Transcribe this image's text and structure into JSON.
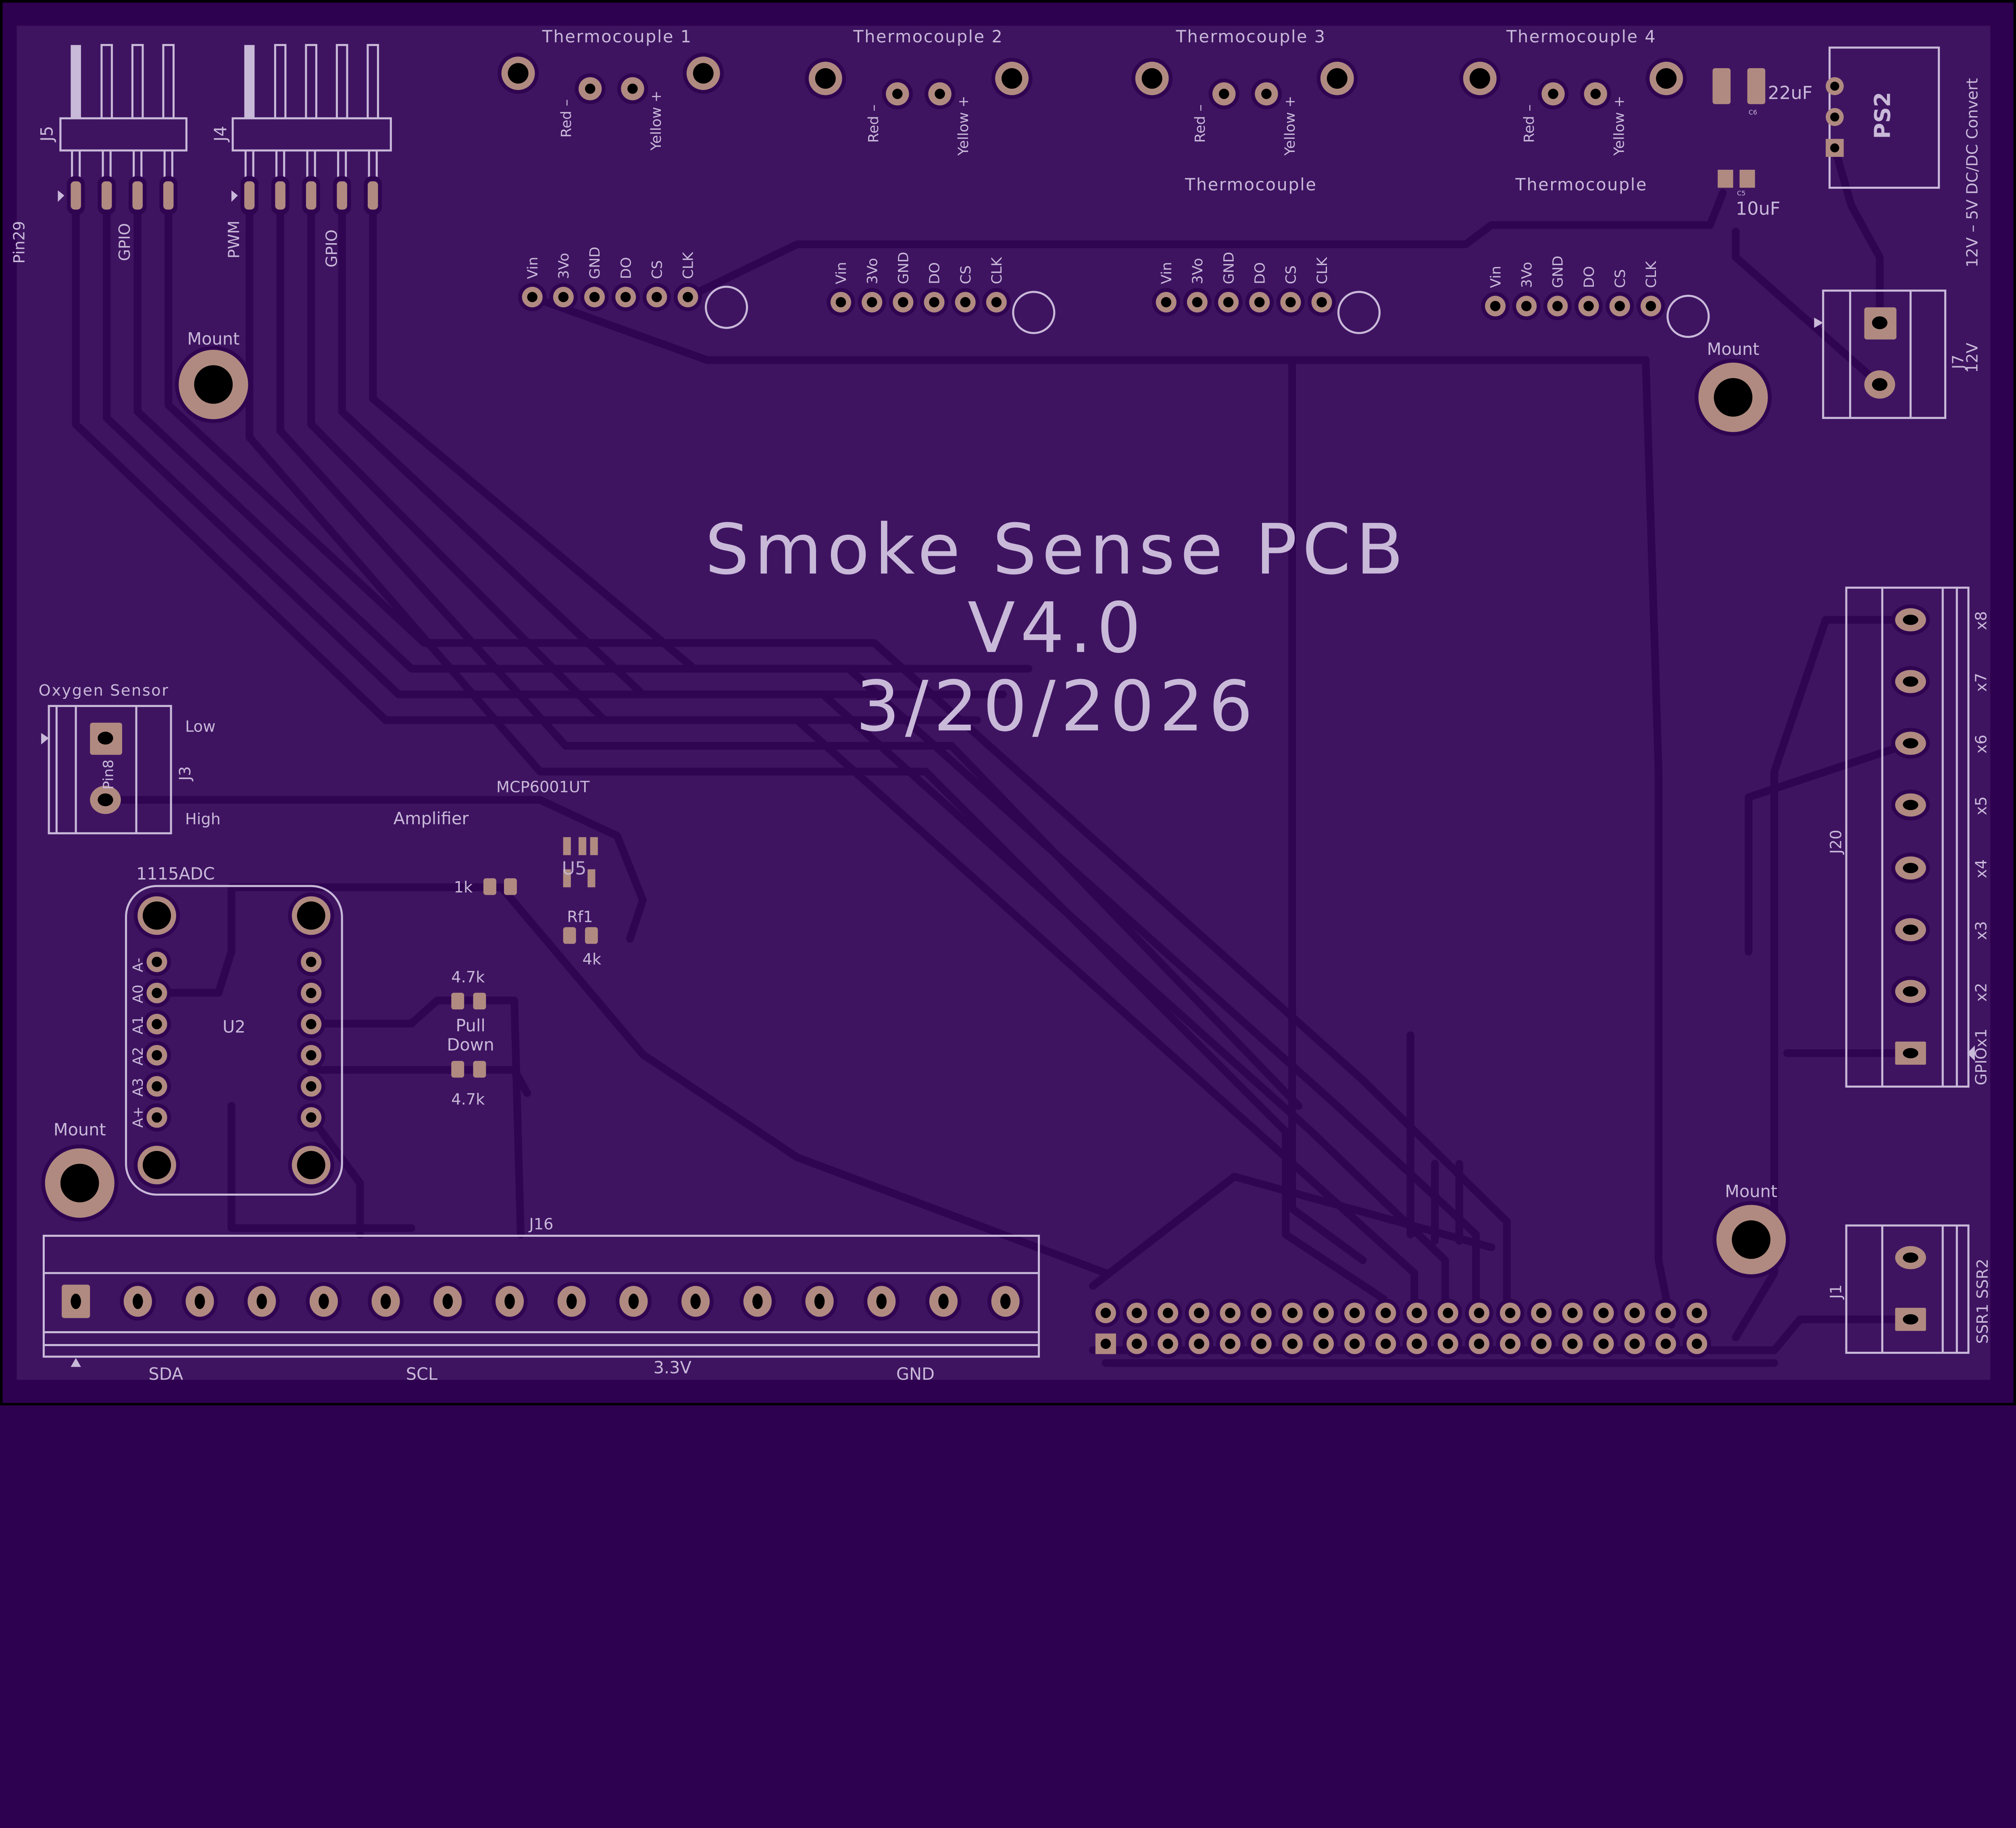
{
  "board": {
    "title_line1": "Smoke Sense PCB",
    "title_line2": "V4.0",
    "title_line3": "3/20/2026",
    "colors": {
      "board": "#3e1461",
      "edge": "#2e0050",
      "silkscreen": "#c9b9d9",
      "copper_pad": "#b08a80"
    }
  },
  "thermocouples": [
    {
      "title": "Thermocouple 1",
      "subtitle": ""
    },
    {
      "title": "Thermocouple 2",
      "subtitle": ""
    },
    {
      "title": "Thermocouple 3",
      "subtitle": "Thermocouple"
    },
    {
      "title": "Thermocouple 4",
      "subtitle": "Thermocouple"
    }
  ],
  "thermo_wire_labels": {
    "red": "Red –",
    "yellow": "Yellow +"
  },
  "thermo_pins": [
    "Vin",
    "3Vo",
    "GND",
    "DO",
    "CS",
    "CLK"
  ],
  "headers": {
    "j5": {
      "ref": "J5",
      "label": "GPIO",
      "side_label": "Pin29"
    },
    "j4": {
      "ref": "J4",
      "label_pwm": "PWM",
      "label_gpio": "GPIO"
    }
  },
  "mount_label": "Mount",
  "power": {
    "ps2": "PS2",
    "c6_value": "22uF",
    "c6_ref": "C6",
    "c5_value": "10uF",
    "c5_ref": "C5",
    "converter_label": "12V – 5V DC/DC Convert",
    "j7_ref": "J7",
    "j7_label": "12V"
  },
  "j20": {
    "ref": "J20",
    "pins": [
      "x8",
      "x7",
      "x6",
      "x5",
      "x4",
      "x3",
      "x2",
      "GPIOx1"
    ]
  },
  "j1": {
    "ref": "J1",
    "label": "SSR1 SSR2"
  },
  "oxygen": {
    "title": "Oxygen Sensor",
    "low": "Low",
    "high": "High",
    "ref": "J3",
    "pin": "Pin8"
  },
  "adc": {
    "title": "1115ADC",
    "ref": "U2",
    "pins": [
      "A-",
      "A0",
      "A1",
      "A2",
      "A3",
      "A+"
    ]
  },
  "amplifier": {
    "label": "Amplifier",
    "part": "MCP6001UT",
    "ref": "U5",
    "r_in": "1k",
    "rf_ref": "Rf1",
    "rf_value": "4k",
    "pull_top": "4.7k",
    "pull_label_1": "Pull",
    "pull_label_2": "Down",
    "pull_bottom": "4.7k"
  },
  "j16": {
    "ref": "J16",
    "labels": [
      "SDA",
      "SCL",
      "3.3V",
      "GND"
    ]
  }
}
